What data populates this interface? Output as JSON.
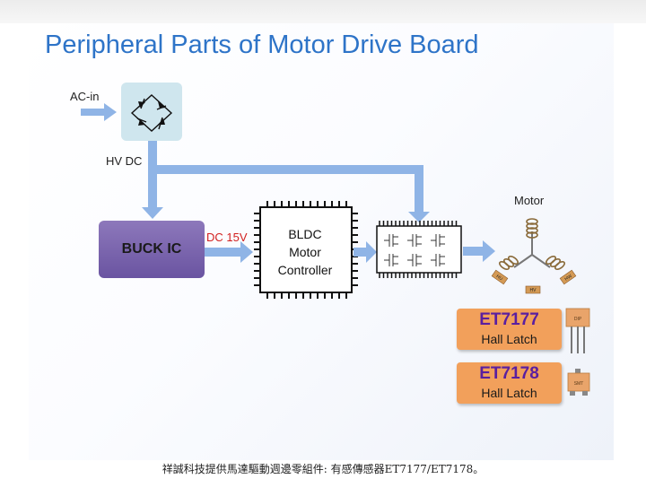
{
  "title": "Peripheral Parts of Motor Drive Board",
  "labels": {
    "ac_in": "AC-in",
    "hv_dc": "HV DC",
    "dc_15v": "DC 15V",
    "motor": "Motor"
  },
  "buck": {
    "label": "BUCK IC"
  },
  "controller": {
    "line1": "BLDC",
    "line2": "Motor",
    "line3": "Controller"
  },
  "motor_coils": {
    "hu": "HU",
    "hv": "HV",
    "hw": "HW"
  },
  "hall_sensors": [
    {
      "part": "ET7177",
      "type": "Hall Latch",
      "package": "DIP"
    },
    {
      "part": "ET7178",
      "type": "Hall Latch",
      "package": "SMT"
    }
  ],
  "caption": "祥誠科技提供馬達驅動週邊零組件: 有感傳感器ET7177/ET7178。",
  "colors": {
    "title": "#2e74c8",
    "arrow": "#8fb4e6",
    "buck": "#7b67b0",
    "hall_box": "#f2a05b",
    "hall_part_text": "#5a1fa0",
    "dc15_text": "#d21f1f"
  }
}
